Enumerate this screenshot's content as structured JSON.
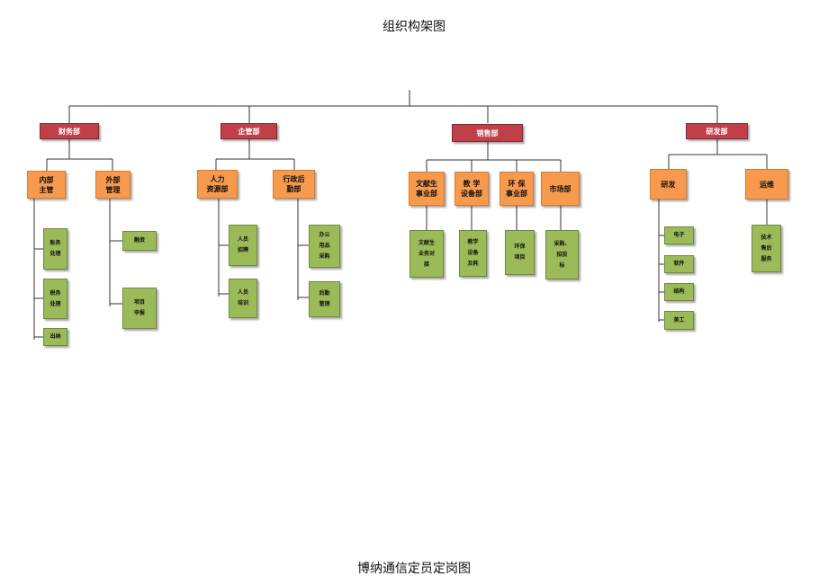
{
  "title": "组织构架图",
  "footer": "博纳通信定员定岗图",
  "departments": [
    {
      "name": "财务部",
      "groups": [
        {
          "name": "内部\n主管",
          "children": [
            "账务\n处理",
            "税务\n处理",
            "出纳"
          ]
        },
        {
          "name": "外部\n管理",
          "children": [
            "融资",
            "项目\n申报"
          ]
        }
      ]
    },
    {
      "name": "企管部",
      "groups": [
        {
          "name": "人力\n资源部",
          "children": [
            "人员\n招聘",
            "人员\n培训"
          ]
        },
        {
          "name": "行政后\n勤部",
          "children": [
            "办公\n用品\n采购",
            "后勤\n管理"
          ]
        }
      ]
    },
    {
      "name": "销售部",
      "groups": [
        {
          "name": "文献生\n事业部",
          "children": [
            "文献生\n业务对\n接"
          ]
        },
        {
          "name": "教 学\n设备部",
          "children": [
            "教学\n设备\n及耗"
          ]
        },
        {
          "name": "环 保\n事业部",
          "children": [
            "环保\n项目"
          ]
        },
        {
          "name": "市场部",
          "children": [
            "采购、\n招投\n标"
          ]
        }
      ]
    },
    {
      "name": "研发部",
      "groups": [
        {
          "name": "研发",
          "children": [
            "电子",
            "软件",
            "结构",
            "美工"
          ]
        },
        {
          "name": "运维",
          "children": [
            "技术\n售后\n服务"
          ]
        }
      ]
    }
  ]
}
